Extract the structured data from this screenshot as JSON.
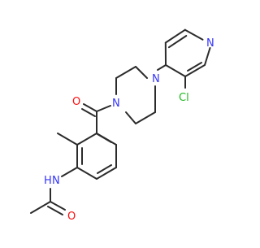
{
  "molecule": {
    "labels": {
      "n_pyridine": "N",
      "chlorine": "Cl",
      "n_piperazine_top": "N",
      "n_piperazine_bottom": "N",
      "o_carbonyl": "O",
      "nh_amide": "N",
      "h_amide": "H",
      "o_acetyl": "O"
    },
    "colors": {
      "nitrogen": "#3333ff",
      "oxygen": "#ff0d0d",
      "chlorine": "#1fb91f",
      "carbon": "#2b2b2b"
    }
  }
}
